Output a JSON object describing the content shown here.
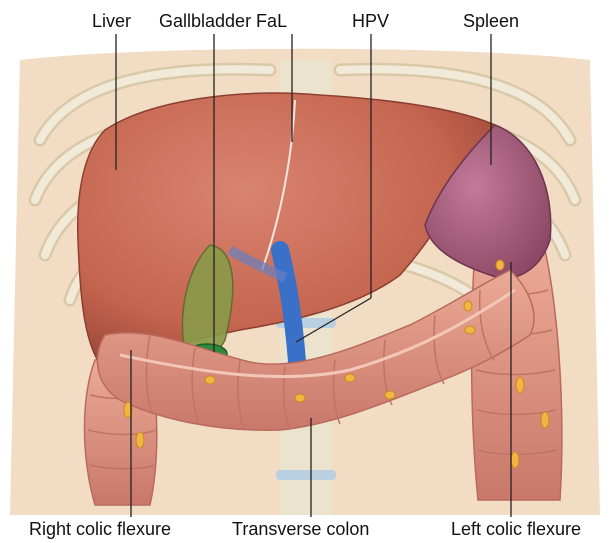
{
  "labels": {
    "liver": "Liver",
    "gallbladder_fal": "Gallbladder FaL",
    "hpv": "HPV",
    "spleen": "Spleen",
    "right_colic_flexure": "Right colic flexure",
    "transverse_colon": "Transverse colon",
    "left_colic_flexure": "Left colic flexure"
  },
  "colors": {
    "skin": "#f3dcc4",
    "bone": "#ece3cf",
    "liver": "#c86a55",
    "spleen": "#a65a7a",
    "colon": "#e29a86",
    "gallbladder": "#8a9a4a",
    "portal_vein": "#3a70c8",
    "leader_line": "#222222"
  }
}
